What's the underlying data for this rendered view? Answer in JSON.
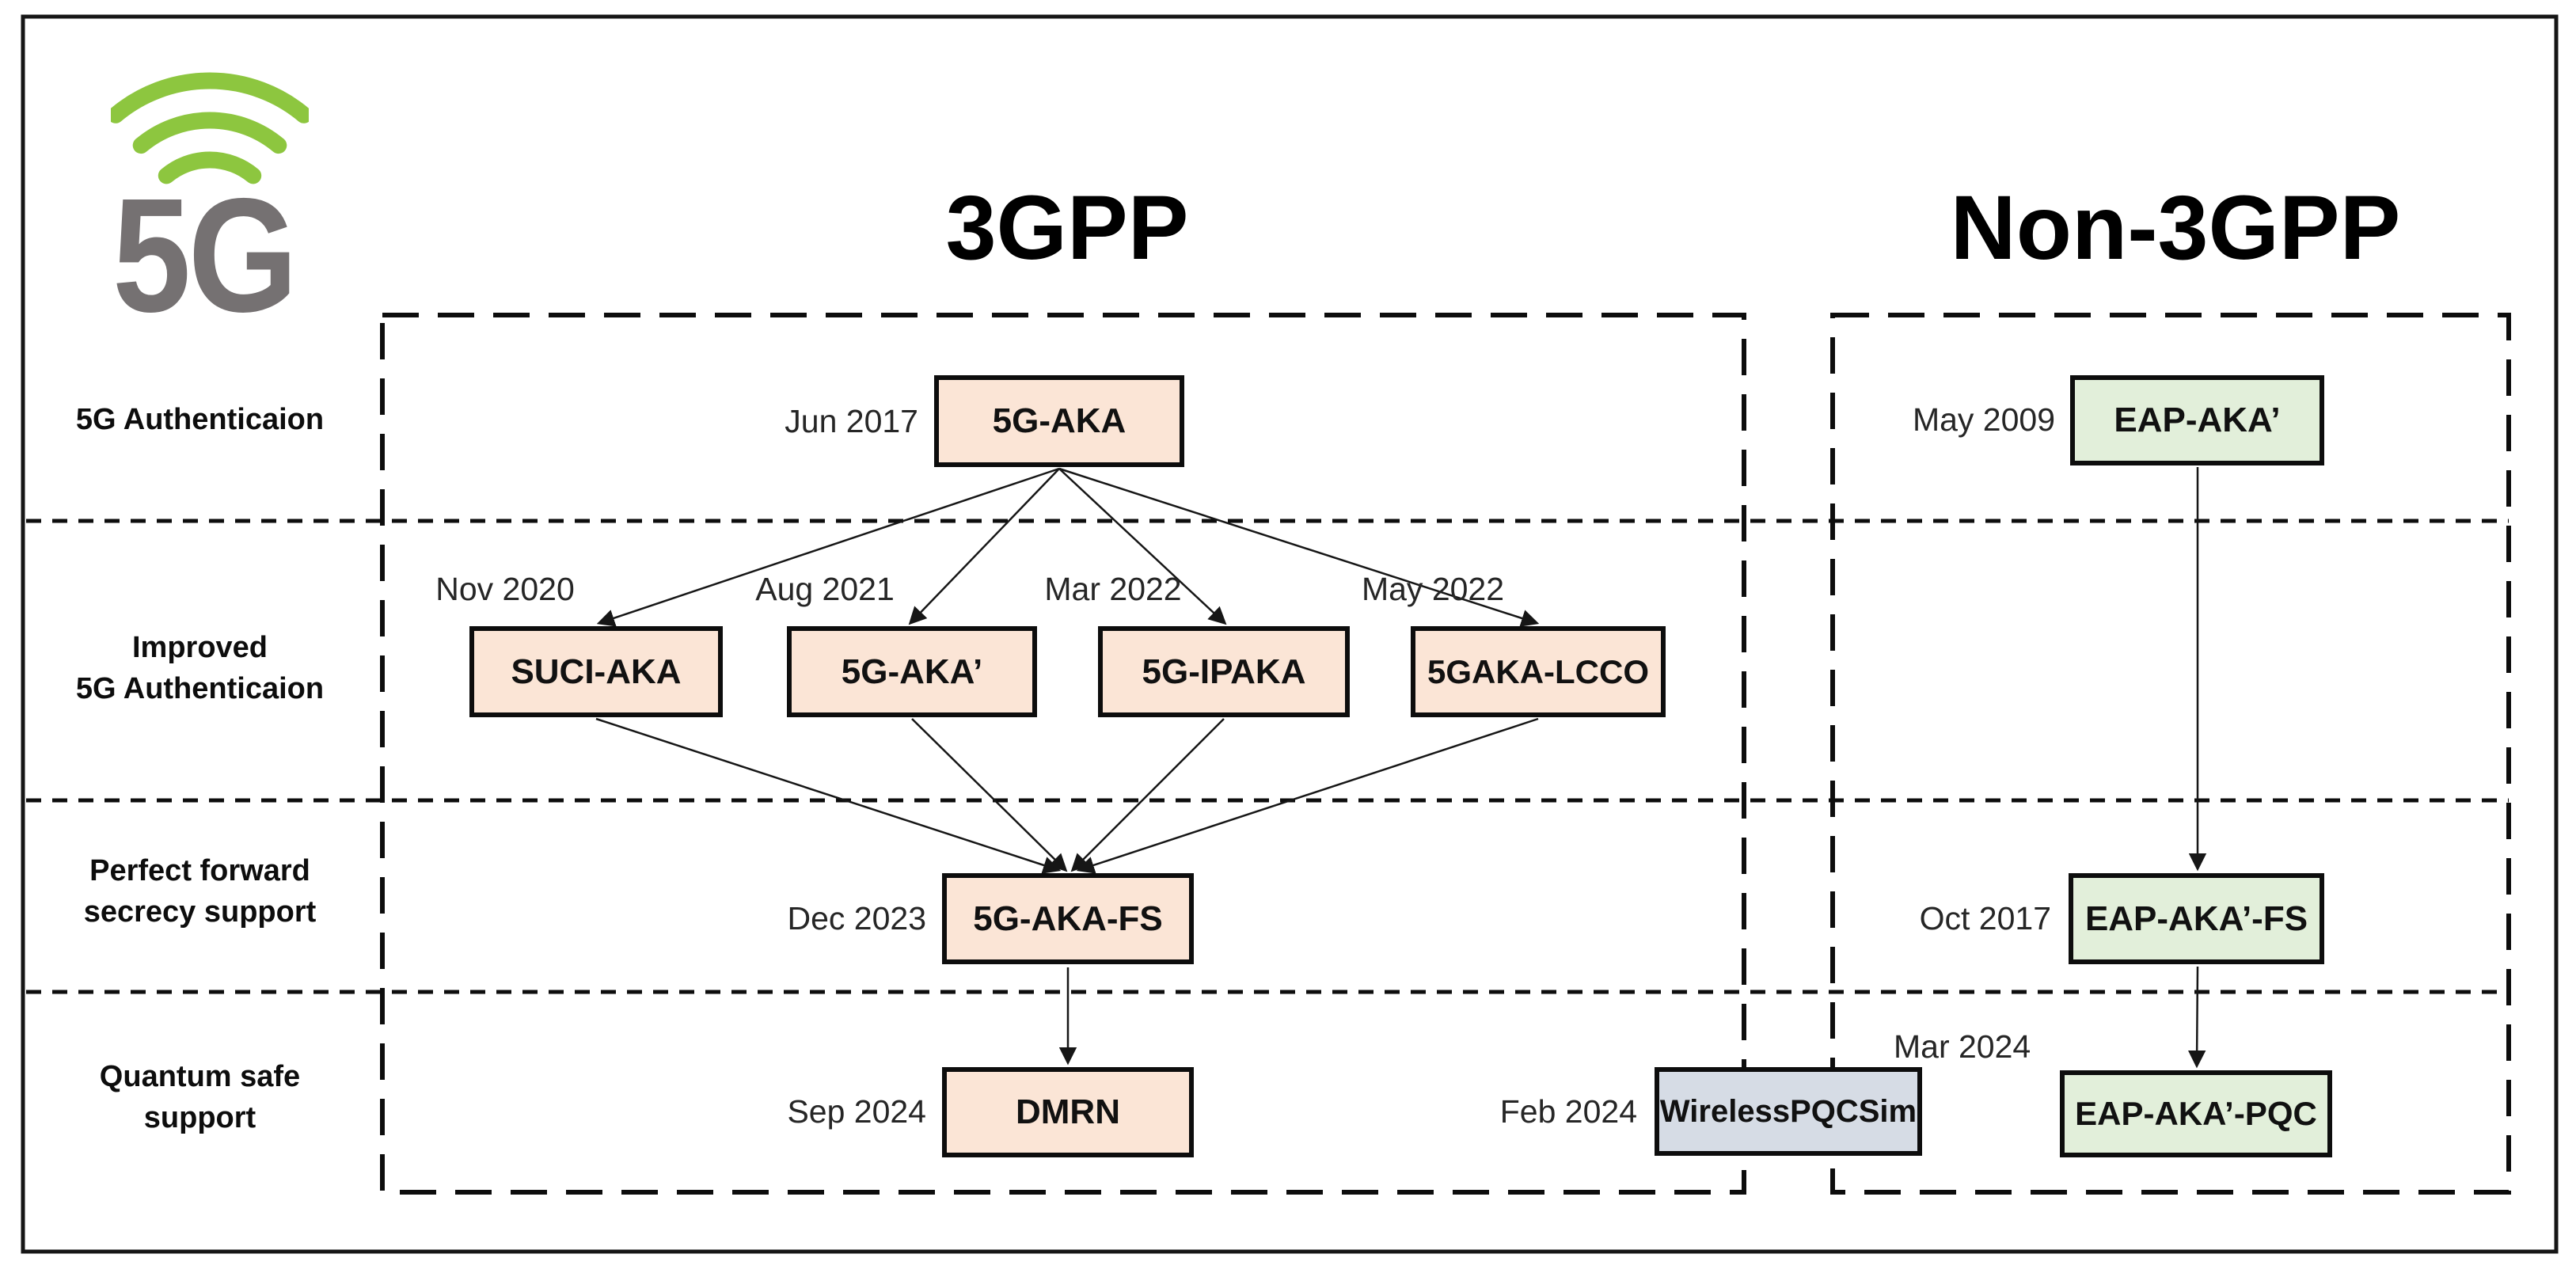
{
  "logo": {
    "text": "5G"
  },
  "headers": {
    "left": "3GPP",
    "right": "Non-3GPP"
  },
  "row_labels": [
    {
      "lines": [
        "5G Authenticaion"
      ]
    },
    {
      "lines": [
        "Improved",
        "5G Authenticaion"
      ]
    },
    {
      "lines": [
        "Perfect forward",
        "secrecy support"
      ]
    },
    {
      "lines": [
        "Quantum safe",
        "support"
      ]
    }
  ],
  "nodes": [
    {
      "label": "5G-AKA",
      "date": "Jun 2017",
      "column": "3GPP",
      "row": "5G Authenticaion"
    },
    {
      "label": "SUCI-AKA",
      "date": "Nov 2020",
      "column": "3GPP",
      "row": "Improved 5G Authenticaion"
    },
    {
      "label": "5G-AKA’",
      "date": "Aug 2021",
      "column": "3GPP",
      "row": "Improved 5G Authenticaion"
    },
    {
      "label": "5G-IPAKA",
      "date": "Mar 2022",
      "column": "3GPP",
      "row": "Improved 5G Authenticaion"
    },
    {
      "label": "5GAKA-LCCO",
      "date": "May 2022",
      "column": "3GPP",
      "row": "Improved 5G Authenticaion"
    },
    {
      "label": "5G-AKA-FS",
      "date": "Dec 2023",
      "column": "3GPP",
      "row": "Perfect forward secrecy support"
    },
    {
      "label": "DMRN",
      "date": "Sep 2024",
      "column": "3GPP",
      "row": "Quantum safe support"
    },
    {
      "label": "WirelessPQCSim",
      "date": "Feb 2024",
      "column": "3GPP/Non-3GPP boundary",
      "row": "Quantum safe support"
    },
    {
      "label": "EAP-AKA’",
      "date": "May 2009",
      "column": "Non-3GPP",
      "row": "5G Authenticaion"
    },
    {
      "label": "EAP-AKA’-FS",
      "date": "Oct 2017",
      "column": "Non-3GPP",
      "row": "Perfect forward secrecy support"
    },
    {
      "label": "EAP-AKA’-PQC",
      "date": "Mar 2024",
      "column": "Non-3GPP",
      "row": "Quantum safe support"
    }
  ],
  "edges": [
    [
      0,
      1
    ],
    [
      0,
      2
    ],
    [
      0,
      3
    ],
    [
      0,
      4
    ],
    [
      1,
      5
    ],
    [
      2,
      5
    ],
    [
      3,
      5
    ],
    [
      4,
      5
    ],
    [
      5,
      6
    ],
    [
      8,
      9
    ],
    [
      9,
      10
    ]
  ],
  "colors": {
    "box_peach": "#fbe5d6",
    "box_green": "#e2efda",
    "box_blue_gray": "#d6dce5",
    "logo_green": "#8dc63f",
    "logo_gray": "#757172",
    "line": "#161616"
  }
}
